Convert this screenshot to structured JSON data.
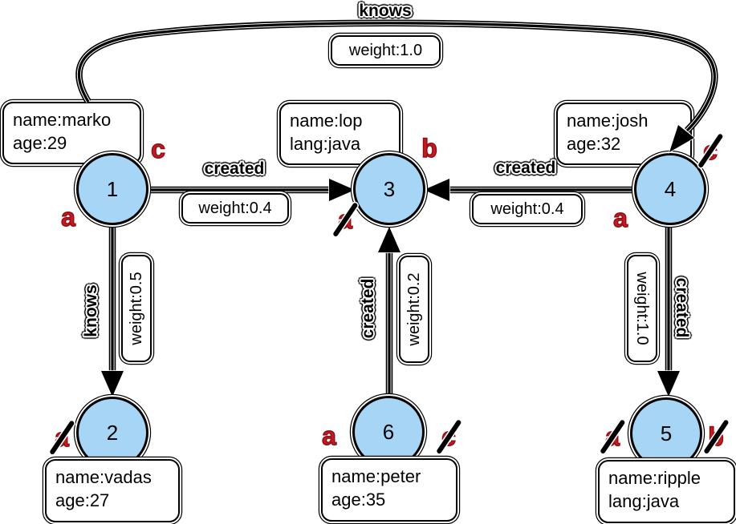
{
  "diagram_type": "property-graph",
  "colors": {
    "node_fill": "#a6d5f5",
    "node_border": "#000000",
    "edge": "#000000",
    "box_bg": "#ffffff",
    "marker_red": "#c41a22"
  },
  "nodes": [
    {
      "id": 1,
      "label": "1",
      "props": [
        "name:marko",
        "age:29"
      ]
    },
    {
      "id": 2,
      "label": "2",
      "props": [
        "name:vadas",
        "age:27"
      ]
    },
    {
      "id": 3,
      "label": "3",
      "props": [
        "name:lop",
        "lang:java"
      ]
    },
    {
      "id": 4,
      "label": "4",
      "props": [
        "name:josh",
        "age:32"
      ]
    },
    {
      "id": 5,
      "label": "5",
      "props": [
        "name:ripple",
        "lang:java"
      ]
    },
    {
      "id": 6,
      "label": "6",
      "props": [
        "name:peter",
        "age:35"
      ]
    }
  ],
  "edges": [
    {
      "from": 1,
      "to": 4,
      "label": "knows",
      "weight_text": "weight:1.0",
      "weight": 1.0
    },
    {
      "from": 1,
      "to": 3,
      "label": "created",
      "weight_text": "weight:0.4",
      "weight": 0.4
    },
    {
      "from": 4,
      "to": 3,
      "label": "created",
      "weight_text": "weight:0.4",
      "weight": 0.4
    },
    {
      "from": 1,
      "to": 2,
      "label": "knows",
      "weight_text": "weight:0.5",
      "weight": 0.5
    },
    {
      "from": 6,
      "to": 3,
      "label": "created",
      "weight_text": "weight:0.2",
      "weight": 0.2
    },
    {
      "from": 4,
      "to": 5,
      "label": "created",
      "weight_text": "weight:1.0",
      "weight": 1.0
    }
  ],
  "markers": [
    {
      "node": 1,
      "letter": "a",
      "struck": false
    },
    {
      "node": 1,
      "letter": "c",
      "struck": false
    },
    {
      "node": 2,
      "letter": "a",
      "struck": true
    },
    {
      "node": 3,
      "letter": "a",
      "struck": true
    },
    {
      "node": 3,
      "letter": "b",
      "struck": false
    },
    {
      "node": 4,
      "letter": "a",
      "struck": false
    },
    {
      "node": 4,
      "letter": "c",
      "struck": true
    },
    {
      "node": 5,
      "letter": "a",
      "struck": true
    },
    {
      "node": 5,
      "letter": "b",
      "struck": true
    },
    {
      "node": 6,
      "letter": "a",
      "struck": false
    },
    {
      "node": 6,
      "letter": "c",
      "struck": true
    }
  ]
}
